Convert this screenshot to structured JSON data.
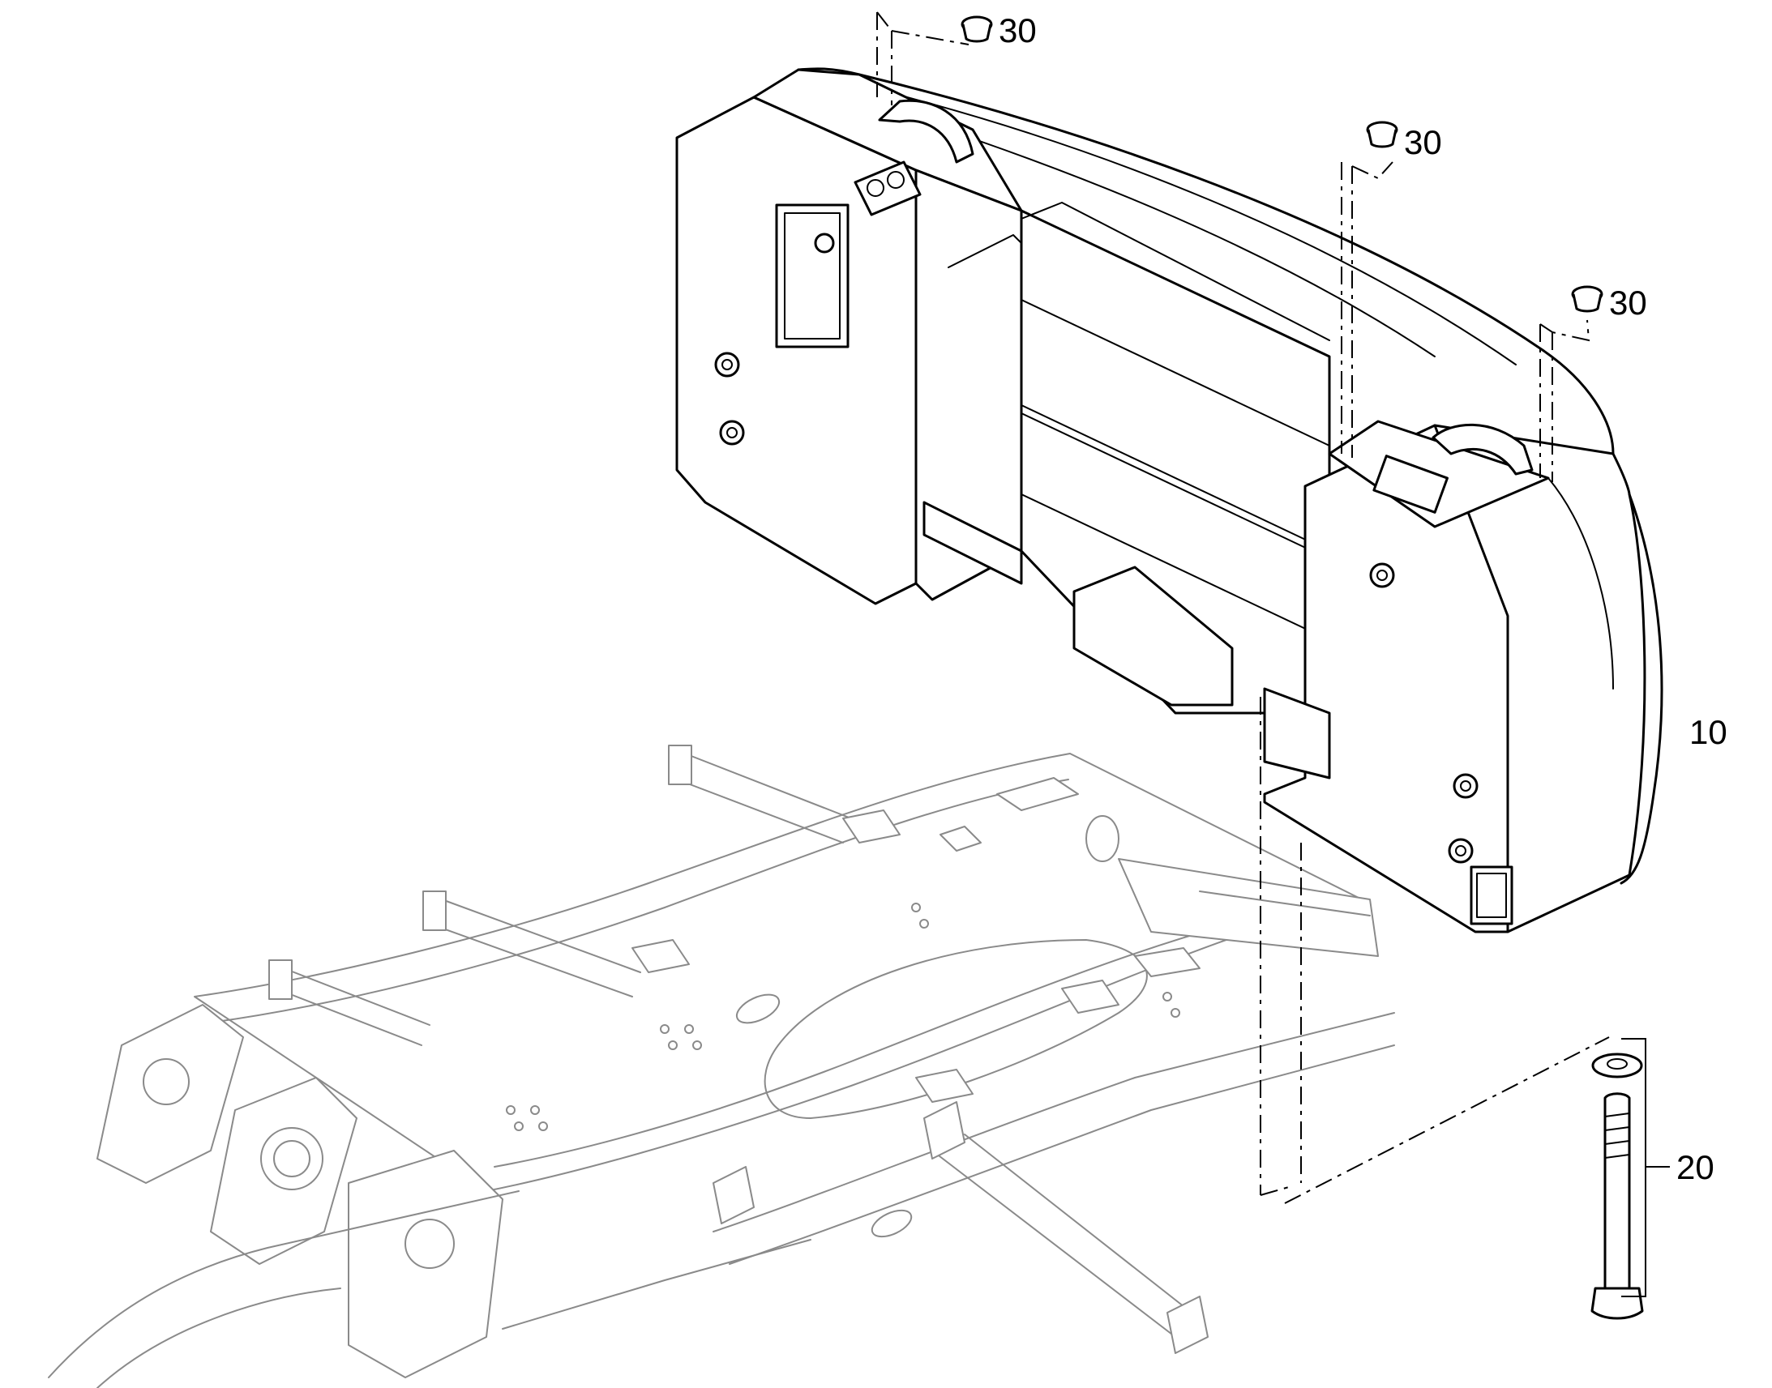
{
  "callouts": {
    "counterweight": "10",
    "bolt_set": "20",
    "plug_a": "30",
    "plug_b": "30",
    "plug_c": "30"
  }
}
